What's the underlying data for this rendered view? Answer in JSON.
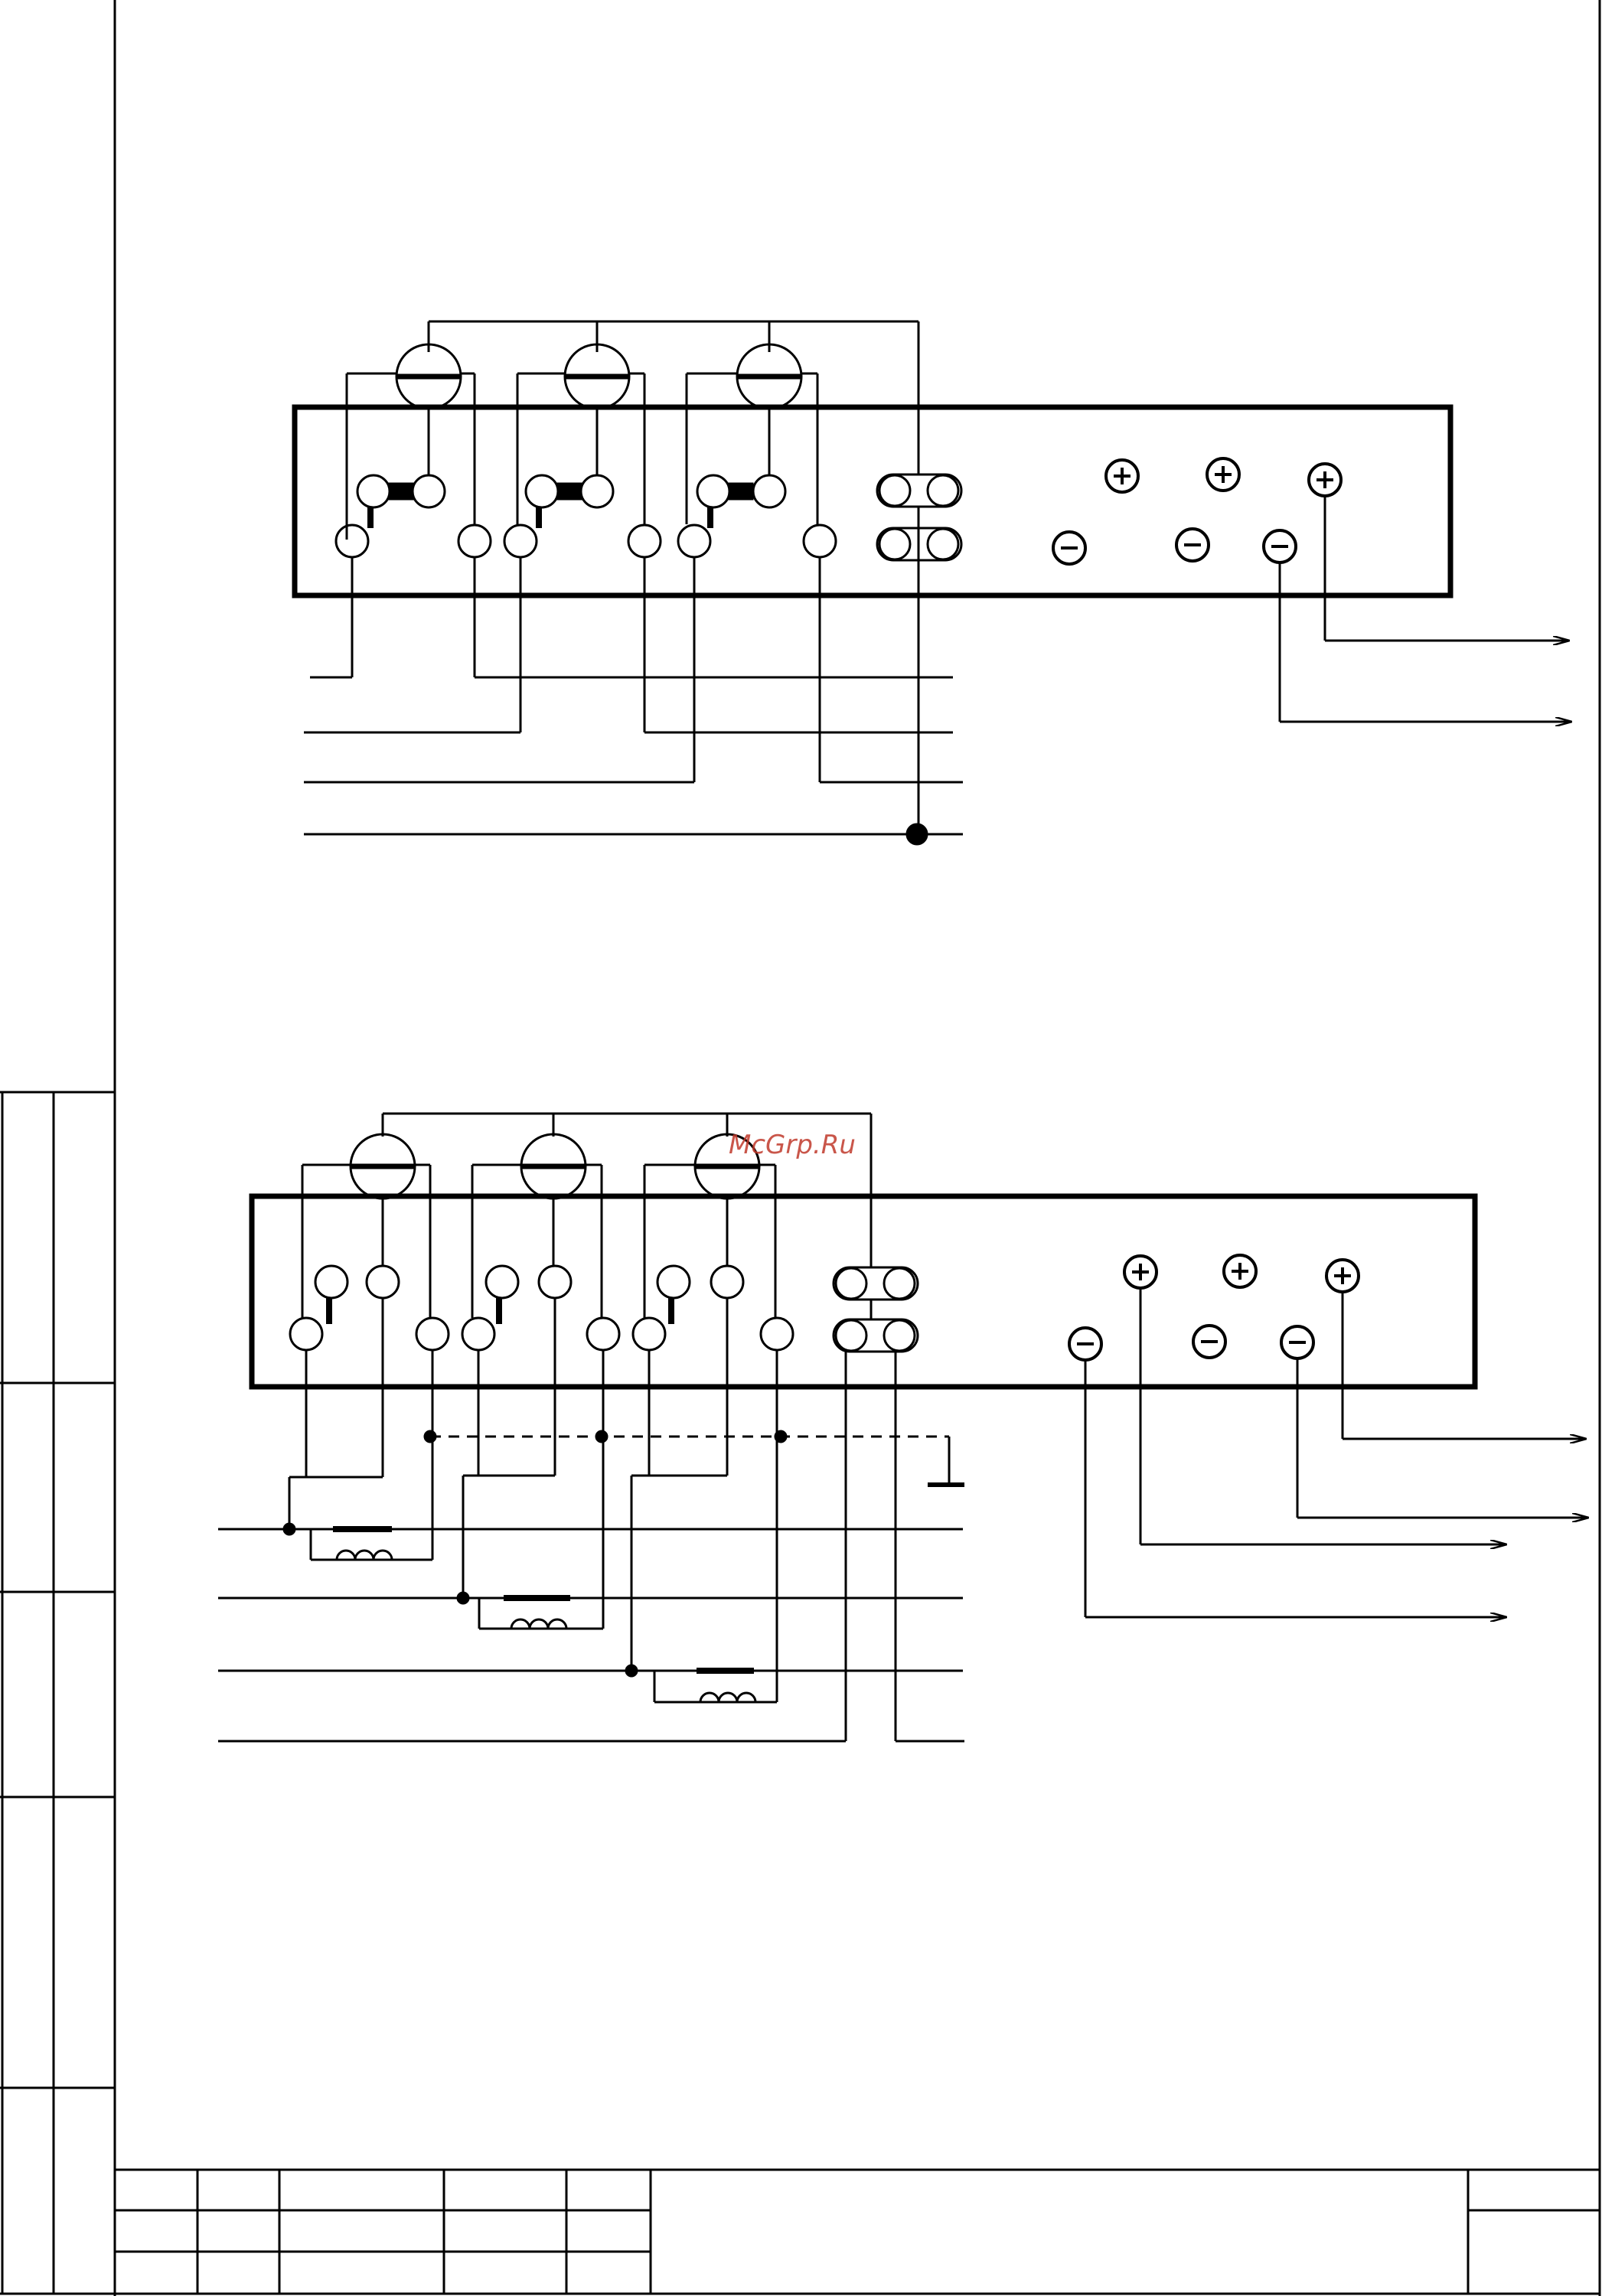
{
  "watermark": {
    "text": "McGrp.Ru",
    "color": "#c0392b"
  },
  "symbols": {
    "plus": "+",
    "minus": "−"
  },
  "colors": {
    "ink": "#000000",
    "paper": "#ffffff"
  },
  "diagrams": [
    {
      "id": "direct-connection",
      "ground_terminal": false,
      "current_transformers": 0
    },
    {
      "id": "transformer-connection",
      "ground_terminal": true,
      "current_transformers": 3
    }
  ]
}
